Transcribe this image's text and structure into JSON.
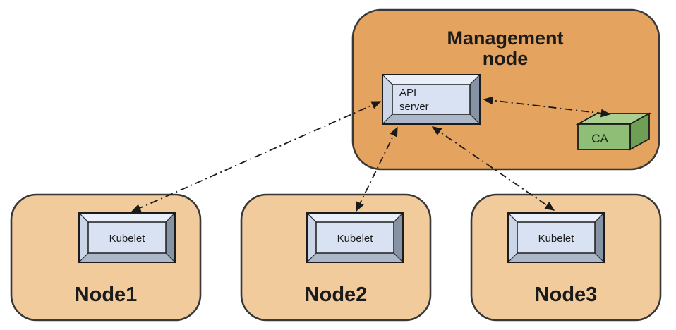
{
  "management_node": {
    "label": "Management node",
    "label_lines": [
      "Management",
      "node"
    ]
  },
  "api_server": {
    "label": "API server",
    "label_lines": [
      "API",
      "server"
    ]
  },
  "ca": {
    "label": "CA"
  },
  "worker_nodes": [
    {
      "label": "Node1",
      "component": "Kubelet"
    },
    {
      "label": "Node2",
      "component": "Kubelet"
    },
    {
      "label": "Node3",
      "component": "Kubelet"
    }
  ],
  "connections": [
    {
      "from": "API server",
      "to": "Node1 Kubelet",
      "style": "dash-dot",
      "bidirectional": true
    },
    {
      "from": "API server",
      "to": "Node2 Kubelet",
      "style": "dash-dot",
      "bidirectional": true
    },
    {
      "from": "API server",
      "to": "Node3 Kubelet",
      "style": "dash-dot",
      "bidirectional": true
    },
    {
      "from": "API server",
      "to": "CA",
      "style": "dash-dot",
      "bidirectional": true
    }
  ],
  "colors": {
    "management_fill": "#E4A35F",
    "worker_fill": "#F2CB9D",
    "box_face": "#D9E2F3",
    "bevel_top": "#E9F0F9",
    "bevel_left": "#CBD7E9",
    "bevel_right": "#8593A5",
    "bevel_bottom": "#ACB8C9",
    "ca_front": "#8FBE76",
    "ca_top": "#ABCF8F",
    "ca_side": "#6E9F55",
    "arrow": "#1A1A1A"
  }
}
